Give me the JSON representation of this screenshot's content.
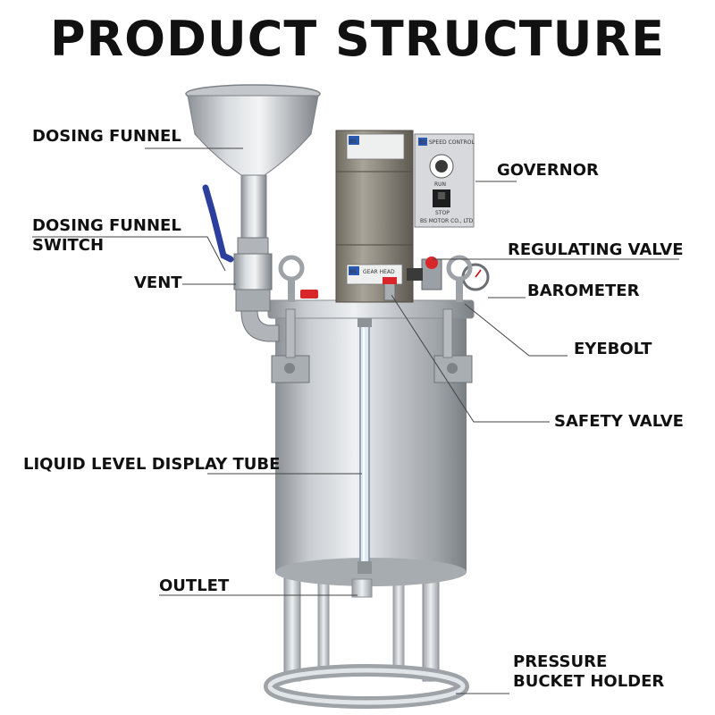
{
  "title": "PRODUCT STRUCTURE",
  "labels": {
    "dosing_funnel": "DOSING FUNNEL",
    "dosing_funnel_switch_1": "DOSING FUNNEL",
    "dosing_funnel_switch_2": "SWITCH",
    "vent": "VENT",
    "governor": "GOVERNOR",
    "regulating_valve": "REGULATING VALVE",
    "barometer": "BAROMETER",
    "eyebolt": "EYEBOLT",
    "safety_valve": "SAFETY VALVE",
    "liquid_level_tube": "LIQUID LEVEL DISPLAY TUBE",
    "outlet": "OUTLET",
    "pressure_holder_1": "PRESSURE",
    "pressure_holder_2": "BUCKET HOLDER"
  },
  "plates": {
    "motor_logo": "BS",
    "speed_logo": "BS",
    "speed_title": "SPEED CONTROL",
    "speed_run": "RUN",
    "speed_stop": "STOP",
    "speed_maker": "BS MOTOR CO., LTD",
    "gear_logo": "BS",
    "gear_title": "GEAR HEAD"
  },
  "colors": {
    "steel_light": "#e6e8ea",
    "steel_mid": "#b8bcc0",
    "steel_dark": "#7d8287",
    "motor_gray": "#8e8a80",
    "valve_red": "#d8262a",
    "handle_blue": "#2d3f9c",
    "leader_line": "#444444"
  }
}
